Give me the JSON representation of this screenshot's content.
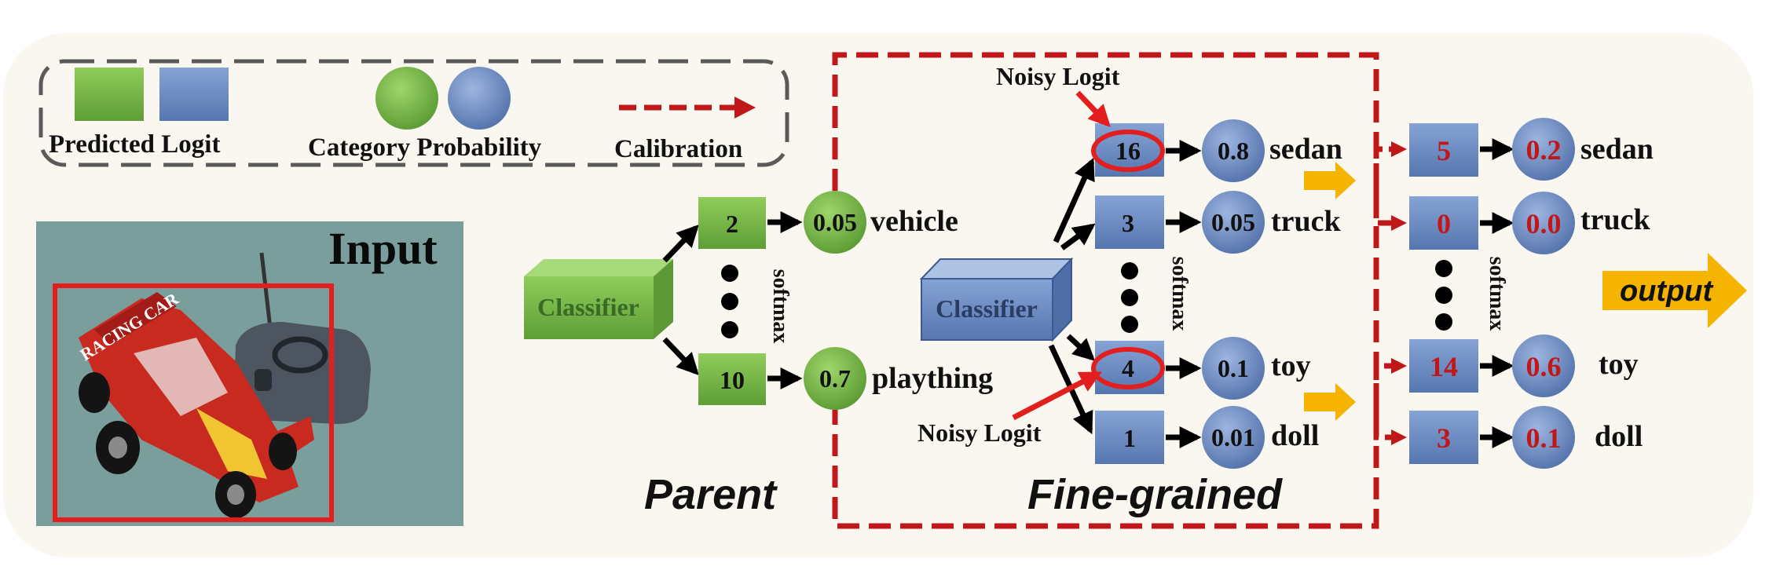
{
  "legend": {
    "predicted_logit": "Predicted Logit",
    "category_probability": "Category Probability",
    "calibration": "Calibration"
  },
  "input": {
    "label": "Input",
    "car_text": "RACING CAR"
  },
  "parent": {
    "section_label": "Parent",
    "classifier_label": "Classifier",
    "softmax_label": "softmax",
    "logits": [
      "2",
      "10"
    ],
    "probabilities": [
      "0.05",
      "0.7"
    ],
    "categories": [
      "vehicle",
      "plaything"
    ]
  },
  "fine": {
    "section_label": "Fine-grained",
    "classifier_label": "Classifier",
    "softmax_label": "softmax",
    "noisy_label_top": "Noisy Logit",
    "noisy_label_bottom": "Noisy Logit",
    "logits": [
      "16",
      "3",
      "4",
      "1"
    ],
    "probabilities": [
      "0.8",
      "0.05",
      "0.1",
      "0.01"
    ],
    "categories": [
      "sedan",
      "truck",
      "toy",
      "doll"
    ]
  },
  "calibrated": {
    "softmax_label": "softmax",
    "logits": [
      "5",
      "0",
      "14",
      "3"
    ],
    "probabilities": [
      "0.2",
      "0.0",
      "0.6",
      "0.1"
    ],
    "categories": [
      "sedan",
      "truck",
      "toy",
      "doll"
    ]
  },
  "output_label": "output",
  "colors": {
    "background": "#f9f7ef",
    "green": "#7ab648",
    "blue": "#6f8fc4",
    "red": "#e21e1e",
    "dark_red": "#c01818",
    "yellow": "#f4b400"
  }
}
